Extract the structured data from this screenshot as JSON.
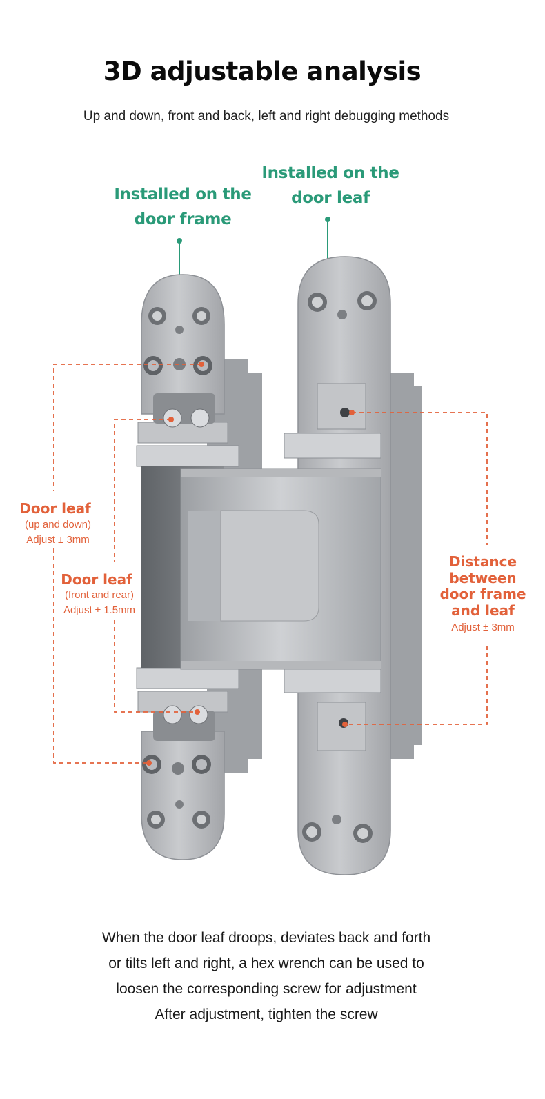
{
  "header": {
    "title": "3D adjustable analysis",
    "subtitle": "Up and down, front and back, left and right debugging methods"
  },
  "labels": {
    "frame": [
      "Installed on the",
      "door frame"
    ],
    "leaf": [
      "Installed on the",
      "door leaf"
    ],
    "up_down": {
      "title": "Door leaf",
      "sub": "(up and down)",
      "adjust": "Adjust ± 3mm"
    },
    "front_rear": {
      "title": "Door leaf",
      "sub": "(front and rear)",
      "adjust": "Adjust ± 1.5mm"
    },
    "distance": {
      "title_lines": [
        "Distance",
        "between",
        "door frame",
        "and leaf"
      ],
      "adjust": "Adjust ± 3mm"
    }
  },
  "footer": {
    "lines": [
      "When the door leaf droops, deviates back and forth",
      "or tilts left and right, a hex wrench can be used to",
      "loosen the corresponding screw for adjustment",
      "After adjustment, tighten the screw"
    ]
  },
  "colors": {
    "green": "#2a9a78",
    "orange": "#e2613a",
    "metal": "#b9bbbf",
    "metal_dark": "#8e9196"
  }
}
